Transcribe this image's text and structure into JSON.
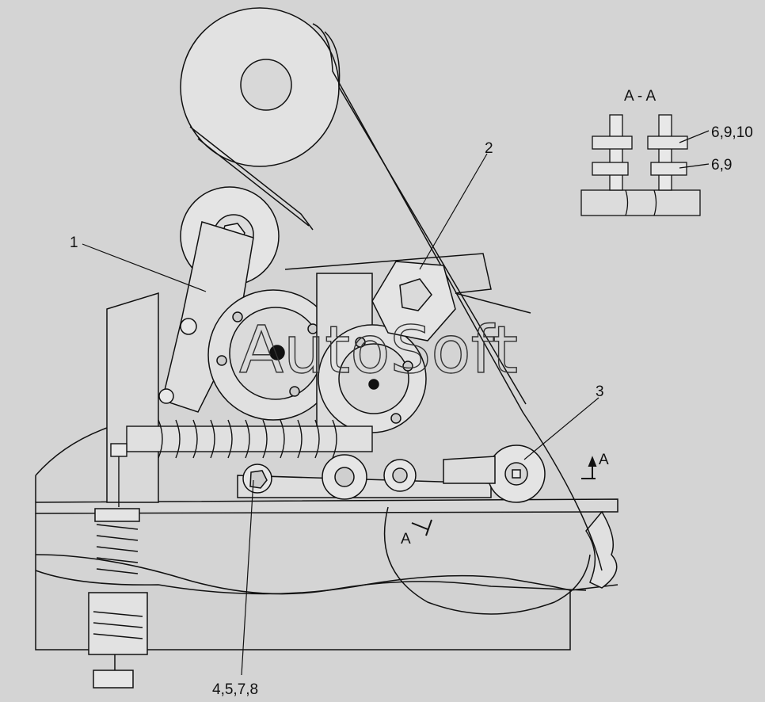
{
  "callouts": {
    "part_1": "1",
    "part_2": "2",
    "part_3": "3",
    "part_group_bottom": "4,5,7,8"
  },
  "section": {
    "title": "A - A",
    "label_top": "6,9,10",
    "label_bottom": "6,9",
    "marker_right": "A",
    "marker_lower": "A"
  },
  "watermark": "AutoSoft",
  "colors": {
    "background": "#d4d4d4",
    "line": "#111111",
    "fill_light": "#e6e6e6"
  }
}
